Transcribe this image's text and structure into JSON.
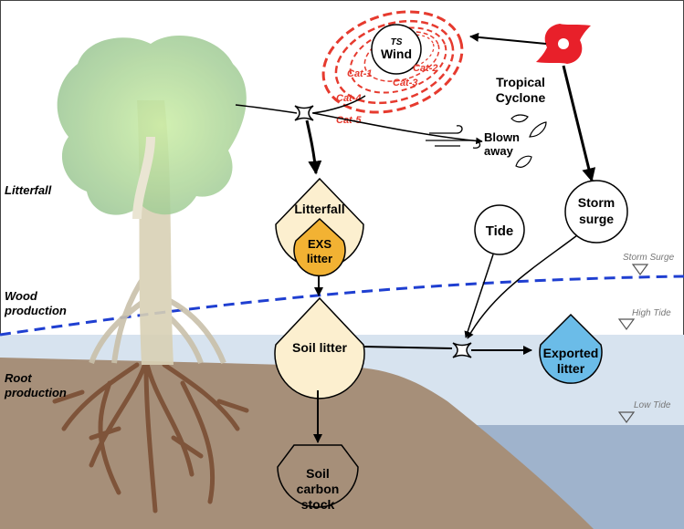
{
  "labels": {
    "litterfall_side": "Litterfall",
    "wood_production_l1": "Wood",
    "wood_production_l2": "production",
    "root_production_l1": "Root",
    "root_production_l2": "production",
    "tropical_cyclone_l1": "Tropical",
    "tropical_cyclone_l2": "Cyclone",
    "blown_away_l1": "Blown",
    "blown_away_l2": "away",
    "ts": "TS",
    "wind": "Wind",
    "cat1": "Cat-1",
    "cat2": "Cat-2",
    "cat3": "Cat-3",
    "cat4": "Cat-4",
    "cat5": "Cat-5",
    "storm_surge_l1": "Storm",
    "storm_surge_l2": "surge",
    "tide": "Tide",
    "litterfall_node": "Litterfall",
    "exs_l1": "EXS",
    "exs_l2": "litter",
    "soil_litter": "Soil litter",
    "exported_l1": "Exported",
    "exported_l2": "litter",
    "soil_carbon_l1": "Soil",
    "soil_carbon_l2": "carbon",
    "soil_carbon_l3": "stock",
    "storm_surge_level": "Storm Surge",
    "high_tide_level": "High Tide",
    "low_tide_level": "Low Tide"
  },
  "colors": {
    "sky": "#ffffff",
    "water_high": "#d7e3ef",
    "water_low": "#9fb3cc",
    "soil": "#a68f79",
    "tree_canopy": "#9fcf8f",
    "node_fill": "#fcefcf",
    "exs_fill": "#f2b233",
    "exported_fill": "#6bbce8",
    "cyclone_red": "#e63a2e",
    "surge_line": "#1f3fd1",
    "root_brown": "#7a4e34"
  }
}
